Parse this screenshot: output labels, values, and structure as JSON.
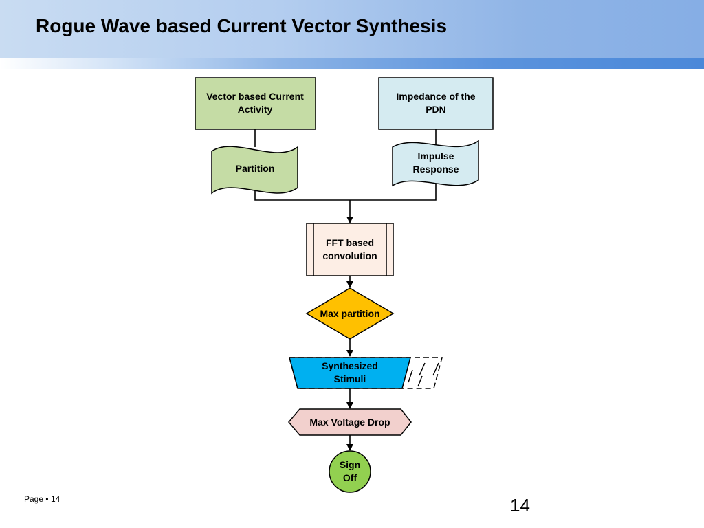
{
  "slide": {
    "title": "Rogue Wave based Current Vector Synthesis",
    "footer_page": "Page ▪ 14",
    "page_number": "14"
  },
  "diagram": {
    "nodes": {
      "vector_activity": {
        "line1": "Vector based Current",
        "line2": "Activity",
        "fill": "#c5dca5"
      },
      "impedance": {
        "line1": "Impedance of the",
        "line2": "PDN",
        "fill": "#d5ebf1"
      },
      "partition": {
        "line1": "Partition",
        "fill": "#c5dca5"
      },
      "impulse_response": {
        "line1": "Impulse",
        "line2": "Response",
        "fill": "#d5ebf1"
      },
      "fft_convolution": {
        "line1": "FFT based",
        "line2": "convolution",
        "fill": "#fdeee5"
      },
      "max_partition": {
        "line1": "Max partition",
        "fill": "#ffc000"
      },
      "synthesized_stimuli": {
        "line1": "Synthesized",
        "line2": "Stimuli",
        "fill": "#00b0f0"
      },
      "max_voltage_drop": {
        "line1": "Max Voltage Drop",
        "fill": "#f2d0cd"
      },
      "sign_off": {
        "line1": "Sign",
        "line2": "Off",
        "fill": "#92d050"
      }
    }
  }
}
